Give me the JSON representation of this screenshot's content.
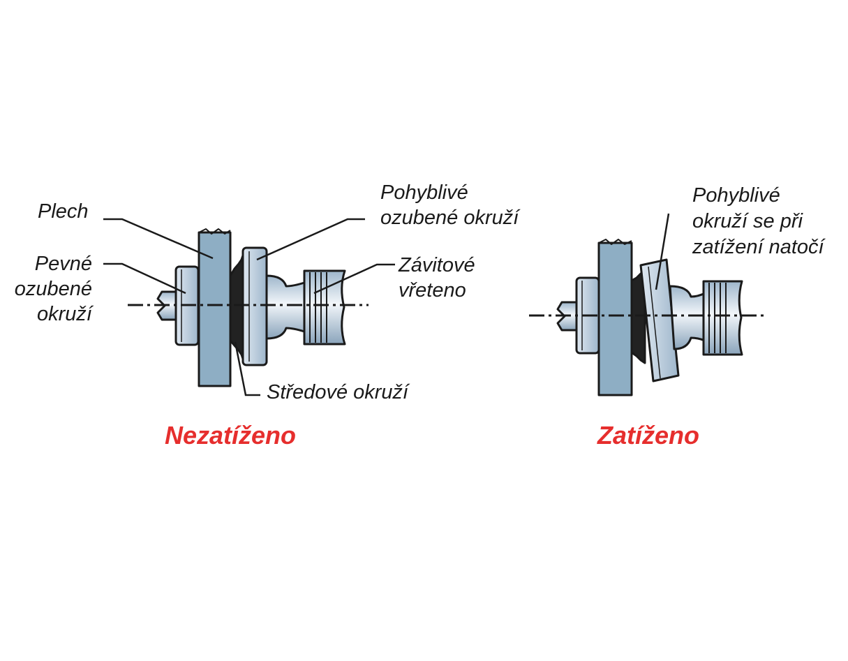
{
  "colors": {
    "plate": "#8eaec4",
    "part_light": "#e4ecf3",
    "part_dark": "#9eb6cb",
    "outline": "#1a1a1a",
    "state_label": "#e62e2d"
  },
  "left_diagram": {
    "labels": {
      "plech": "Plech",
      "pevne": [
        "Pevné",
        "ozubené",
        "okruží"
      ],
      "pohyblive": [
        "Pohyblivé",
        "ozubené okruží"
      ],
      "zavitove": [
        "Závitové",
        "vřeteno"
      ],
      "stredove": "Středové okruží"
    },
    "state": "Nezatíženo"
  },
  "right_diagram": {
    "labels": {
      "pohyblive_natoci": [
        "Pohyblivé",
        "okruží se při",
        "zatížení natočí"
      ]
    },
    "state": "Zatíženo"
  }
}
